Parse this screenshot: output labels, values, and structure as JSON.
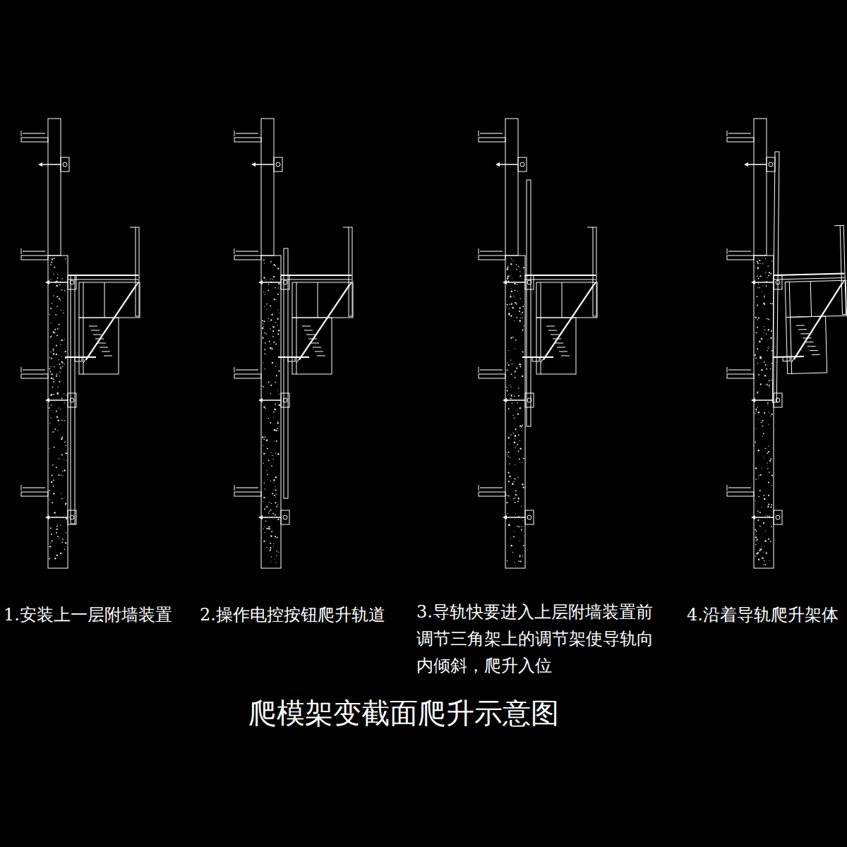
{
  "diagram": {
    "title": "爬模架变截面爬升示意图",
    "labels": [
      "1.安装上一层附墙装置",
      "2.操作电控按钮爬升轨道",
      "3.导轨快要进入上层附墙装置前 调节三角架上的调节架使导轨向 内倾斜，爬升入位",
      "4.沿着导轨爬升架体"
    ]
  }
}
